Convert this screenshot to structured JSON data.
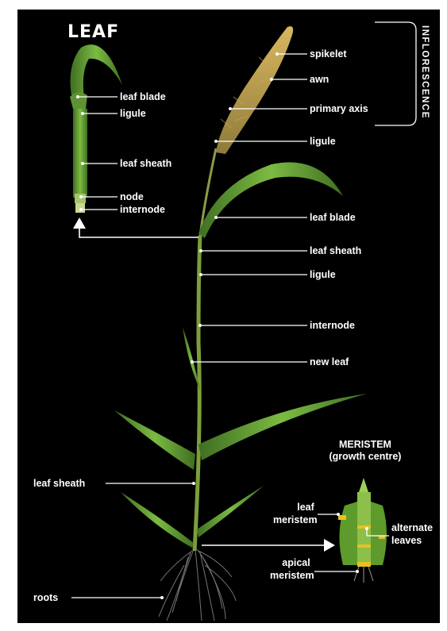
{
  "title": "LEAF",
  "inflorescence_label": "INFLORESCENCE",
  "meristem": {
    "title": "MERISTEM",
    "subtitle": "(growth centre)"
  },
  "labels": {
    "spikelet": "spikelet",
    "awn": "awn",
    "primary_axis": "primary axis",
    "ligule_top": "ligule",
    "leaf_blade_main": "leaf blade",
    "leaf_sheath_main": "leaf sheath",
    "ligule_main": "ligule",
    "internode_main": "internode",
    "new_leaf": "new leaf",
    "leaf_blade_detail": "leaf blade",
    "ligule_detail": "ligule",
    "leaf_sheath_detail": "leaf sheath",
    "node_detail": "node",
    "internode_detail": "internode",
    "leaf_sheath_left": "leaf sheath",
    "roots": "roots",
    "leaf_meristem_1": "leaf",
    "leaf_meristem_2": "meristem",
    "alternate_1": "alternate",
    "alternate_2": "leaves",
    "apical_1": "apical",
    "apical_2": "meristem"
  },
  "colors": {
    "background": "#000000",
    "text": "#ffffff",
    "leaf": "#6ea83a",
    "leaf_dark": "#3f6e22",
    "seed_head": "#b89a4a",
    "meristem_accent": "#e8c020",
    "roots": "#8a8a8a"
  }
}
